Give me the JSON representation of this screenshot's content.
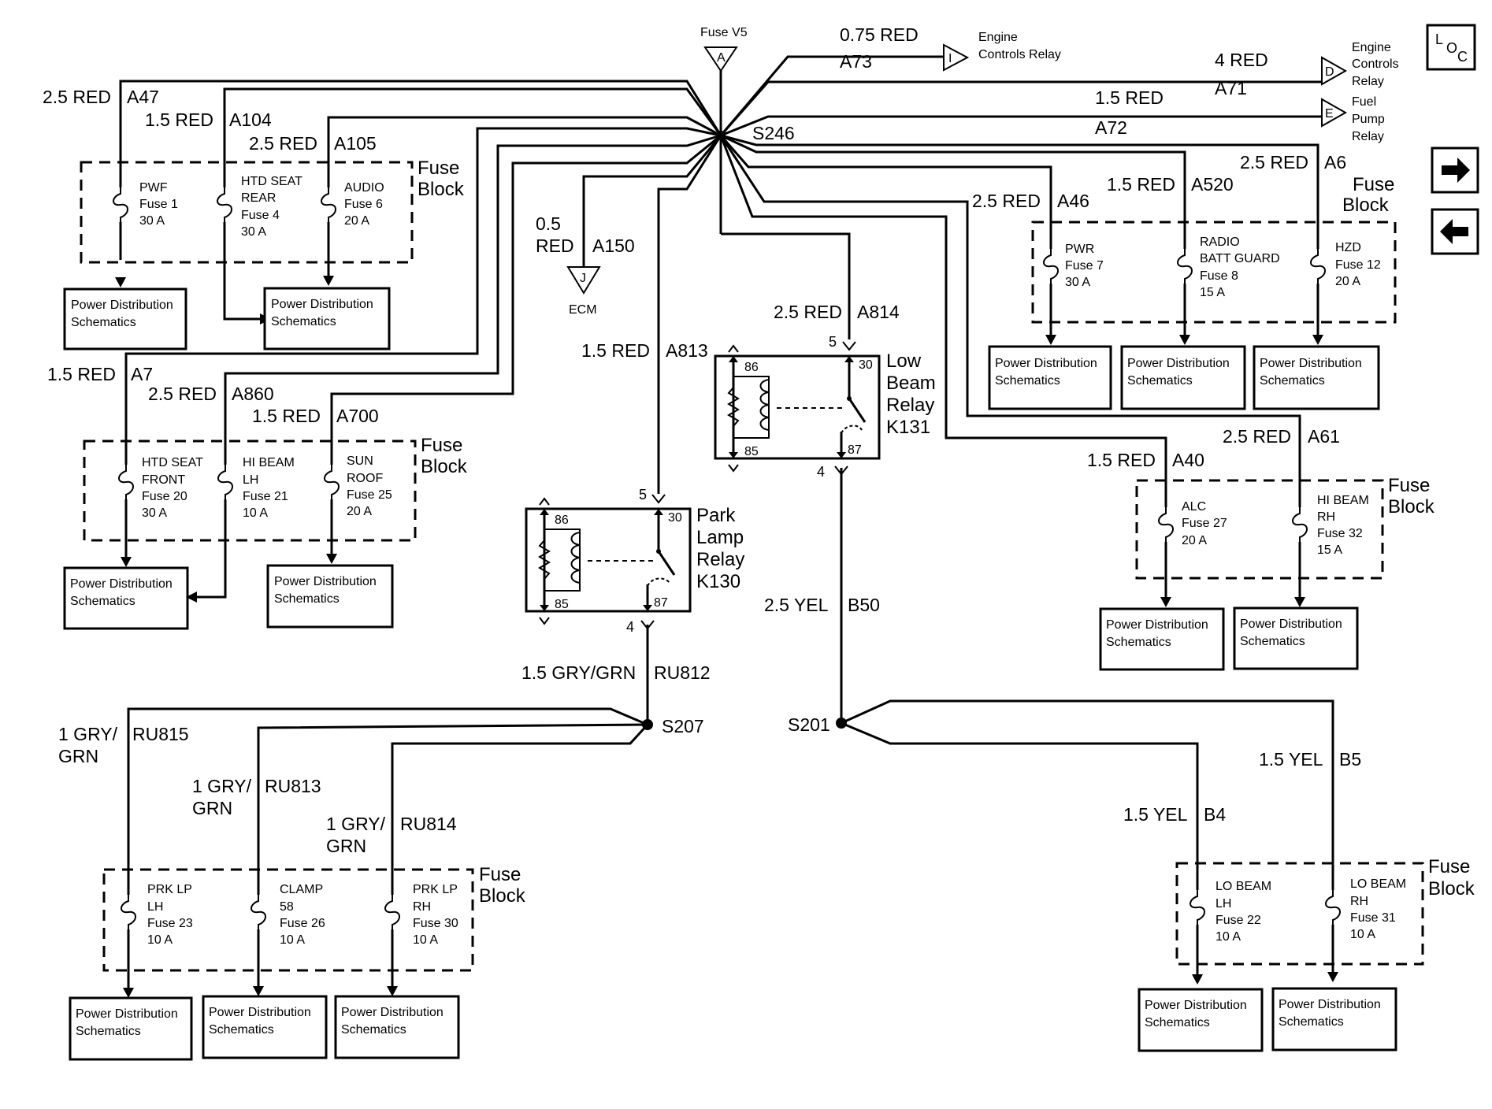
{
  "source_fuse": {
    "name": "Fuse V5",
    "connector": "A",
    "splice": "S246"
  },
  "outputs": {
    "i": {
      "connector": "I",
      "gauge": "0.75 RED",
      "circuit": "A73",
      "dest_lines": [
        "Engine",
        "Controls Relay"
      ]
    },
    "d": {
      "connector": "D",
      "gauge": "4 RED",
      "circuit": "A71",
      "dest_lines": [
        "Engine",
        "Controls",
        "Relay"
      ]
    },
    "e": {
      "connector": "E",
      "gauge": "1.5 RED",
      "circuit": "A72",
      "dest_lines": [
        "Fuel",
        "Pump",
        "Relay"
      ]
    },
    "j": {
      "connector": "J",
      "gauge_lines": [
        "0.5",
        "RED"
      ],
      "circuit": "A150",
      "dest": "ECM"
    }
  },
  "wires": {
    "a47": {
      "gauge": "2.5 RED",
      "circuit": "A47"
    },
    "a104": {
      "gauge": "1.5 RED",
      "circuit": "A104"
    },
    "a105": {
      "gauge": "2.5 RED",
      "circuit": "A105"
    },
    "a7": {
      "gauge": "1.5 RED",
      "circuit": "A7"
    },
    "a860": {
      "gauge": "2.5 RED",
      "circuit": "A860"
    },
    "a700": {
      "gauge": "1.5 RED",
      "circuit": "A700"
    },
    "a813": {
      "gauge": "1.5 RED",
      "circuit": "A813"
    },
    "a814": {
      "gauge": "2.5 RED",
      "circuit": "A814"
    },
    "a46": {
      "gauge": "2.5 RED",
      "circuit": "A46"
    },
    "a520": {
      "gauge": "1.5 RED",
      "circuit": "A520"
    },
    "a6": {
      "gauge": "2.5 RED",
      "circuit": "A6"
    },
    "a40": {
      "gauge": "1.5 RED",
      "circuit": "A40"
    },
    "a61": {
      "gauge": "2.5 RED",
      "circuit": "A61"
    },
    "b50": {
      "gauge": "2.5 YEL",
      "circuit": "B50"
    },
    "ru812": {
      "gauge": "1.5 GRY/GRN",
      "circuit": "RU812"
    },
    "ru815": {
      "gauge_lines": [
        "1 GRY/",
        "GRN"
      ],
      "circuit": "RU815"
    },
    "ru813": {
      "gauge_lines": [
        "1 GRY/",
        "GRN"
      ],
      "circuit": "RU813"
    },
    "ru814": {
      "gauge_lines": [
        "1 GRY/",
        "GRN"
      ],
      "circuit": "RU814"
    },
    "b5": {
      "gauge": "1.5 YEL",
      "circuit": "B5"
    },
    "b4": {
      "gauge": "1.5 YEL",
      "circuit": "B4"
    }
  },
  "fuses": {
    "f1": {
      "lines": [
        "PWF",
        "Fuse 1",
        "30 A"
      ]
    },
    "f4": {
      "lines": [
        "HTD SEAT",
        "REAR",
        "Fuse 4",
        "30 A"
      ]
    },
    "f6": {
      "lines": [
        "AUDIO",
        "Fuse 6",
        "20 A"
      ]
    },
    "f20": {
      "lines": [
        "HTD SEAT",
        "FRONT",
        "Fuse 20",
        "30 A"
      ]
    },
    "f21": {
      "lines": [
        "HI BEAM",
        "LH",
        "Fuse 21",
        "10 A"
      ]
    },
    "f25": {
      "lines": [
        "SUN",
        "ROOF",
        "Fuse 25",
        "20 A"
      ]
    },
    "f7": {
      "lines": [
        "PWR",
        "Fuse 7",
        "30 A"
      ]
    },
    "f8": {
      "lines": [
        "RADIO",
        "BATT GUARD",
        "Fuse 8",
        "15 A"
      ]
    },
    "f12": {
      "lines": [
        "HZD",
        "Fuse 12",
        "20 A"
      ]
    },
    "f27": {
      "lines": [
        "ALC",
        "Fuse 27",
        "20 A"
      ]
    },
    "f32": {
      "lines": [
        "HI BEAM",
        "RH",
        "Fuse 32",
        "15 A"
      ]
    },
    "f23": {
      "lines": [
        "PRK LP",
        "LH",
        "Fuse 23",
        "10 A"
      ]
    },
    "f26": {
      "lines": [
        "CLAMP",
        "58",
        "Fuse 26",
        "10 A"
      ]
    },
    "f30": {
      "lines": [
        "PRK LP",
        "RH",
        "Fuse 30",
        "10 A"
      ]
    },
    "f22": {
      "lines": [
        "LO BEAM",
        "LH",
        "Fuse 22",
        "10 A"
      ]
    },
    "f31": {
      "lines": [
        "LO BEAM",
        "RH",
        "Fuse 31",
        "10 A"
      ]
    }
  },
  "fuse_block_label": [
    "Fuse",
    "Block"
  ],
  "pds_label": [
    "Power Distribution",
    "Schematics"
  ],
  "relays": {
    "k131": {
      "name_lines": [
        "Low",
        "Beam",
        "Relay",
        "K131"
      ],
      "pin_in": "5",
      "pin_out": "4",
      "pin_86": "86",
      "pin_85": "85",
      "pin_30": "30",
      "pin_87": "87"
    },
    "k130": {
      "name_lines": [
        "Park",
        "Lamp",
        "Relay",
        "K130"
      ],
      "pin_in": "5",
      "pin_out": "4",
      "pin_86": "86",
      "pin_85": "85",
      "pin_30": "30",
      "pin_87": "87"
    }
  },
  "splices": {
    "s207": "S207",
    "s201": "S201"
  },
  "nav": {
    "loc_letters": [
      "L",
      "O",
      "C"
    ],
    "next_icon": "arrow-right-icon",
    "prev_icon": "arrow-left-icon"
  }
}
